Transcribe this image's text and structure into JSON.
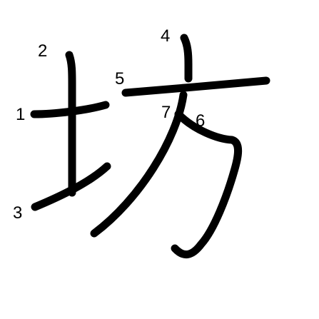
{
  "character": {
    "glyph": "坊",
    "stroke_count": 7
  },
  "strokes": [
    {
      "id": "stroke-1",
      "number": "1"
    },
    {
      "id": "stroke-2",
      "number": "2"
    },
    {
      "id": "stroke-3",
      "number": "3"
    },
    {
      "id": "stroke-4",
      "number": "4"
    },
    {
      "id": "stroke-5",
      "number": "5"
    },
    {
      "id": "stroke-6",
      "number": "6"
    },
    {
      "id": "stroke-7",
      "number": "7"
    }
  ],
  "colors": {
    "stroke": "#000000",
    "numbers": "#000000",
    "background": "#ffffff"
  }
}
